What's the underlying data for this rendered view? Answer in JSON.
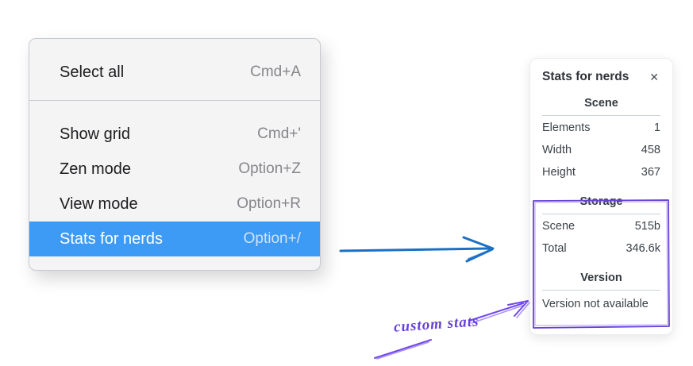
{
  "menu": {
    "items": [
      {
        "label": "Select all",
        "shortcut": "Cmd+A",
        "highlighted": false
      },
      {
        "label": "Show grid",
        "shortcut": "Cmd+'",
        "highlighted": false
      },
      {
        "label": "Zen mode",
        "shortcut": "Option+Z",
        "highlighted": false
      },
      {
        "label": "View mode",
        "shortcut": "Option+R",
        "highlighted": false
      },
      {
        "label": "Stats for nerds",
        "shortcut": "Option+/",
        "highlighted": true
      }
    ],
    "highlight_color": "#3d9af5"
  },
  "stats_panel": {
    "title": "Stats for nerds",
    "close_icon": "✕",
    "sections": [
      {
        "title": "Scene",
        "rows": [
          {
            "label": "Elements",
            "value": "1"
          },
          {
            "label": "Width",
            "value": "458"
          },
          {
            "label": "Height",
            "value": "367"
          }
        ]
      },
      {
        "title": "Storage",
        "rows": [
          {
            "label": "Scene",
            "value": "515b"
          },
          {
            "label": "Total",
            "value": "346.6k"
          }
        ]
      },
      {
        "title": "Version",
        "note": "Version not available"
      }
    ]
  },
  "annotations": {
    "custom_stats_label": "custom stats",
    "flow_arrow_color": "#1b70c6",
    "highlight_color": "#6741d9"
  }
}
